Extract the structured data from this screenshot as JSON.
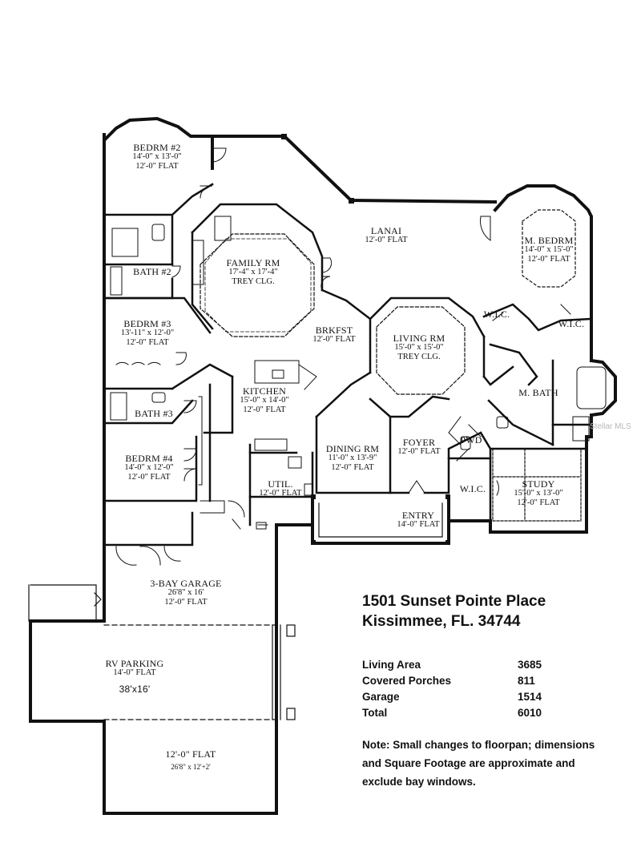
{
  "rooms": {
    "bedrm2": {
      "name": "BEDRM #2",
      "dims": "14'-0\" x 13'-0\"",
      "ceiling": "12'-0\" FLAT"
    },
    "bath2": {
      "name": "BATH #2"
    },
    "family": {
      "name": "FAMILY RM",
      "dims": "17'-4\" x 17'-4\"",
      "ceiling": "TREY CLG."
    },
    "lanai": {
      "name": "LANAI",
      "ceiling": "12'-0\" FLAT"
    },
    "mbedrm": {
      "name": "M. BEDRM",
      "dims": "14'-0\" x 15'-0\"",
      "ceiling": "12'-0\" FLAT"
    },
    "bedrm3": {
      "name": "BEDRM #3",
      "dims": "13'-11\" x 12'-0\"",
      "ceiling": "12'-0\" FLAT"
    },
    "brkfst": {
      "name": "BRKFST",
      "ceiling": "12'-0\" FLAT"
    },
    "living": {
      "name": "LIVING RM",
      "dims": "15'-0\" x 15'-0\"",
      "ceiling": "TREY CLG."
    },
    "wic1": {
      "name": "W.I.C."
    },
    "wic2": {
      "name": "W.I.C."
    },
    "wic3": {
      "name": "W.I.C."
    },
    "kitchen": {
      "name": "KITCHEN",
      "dims": "15'-0\" x 14'-0\"",
      "ceiling": "12'-0\" FLAT"
    },
    "mbath": {
      "name": "M. BATH"
    },
    "bath3": {
      "name": "BATH #3"
    },
    "pwd": {
      "name": "PWD"
    },
    "bedrm4": {
      "name": "BEDRM #4",
      "dims": "14'-0\" x 12'-0\"",
      "ceiling": "12'-0\" FLAT"
    },
    "dining": {
      "name": "DINING RM",
      "dims": "11'-0\" x 13'-9\"",
      "ceiling": "12'-0\" FLAT"
    },
    "foyer": {
      "name": "FOYER",
      "ceiling": "12'-0\" FLAT"
    },
    "util": {
      "name": "UTIL.",
      "ceiling": "12'-0\" FLAT"
    },
    "study": {
      "name": "STUDY",
      "dims": "15'-0\" x 13'-0\"",
      "ceiling": "12'-0\" FLAT"
    },
    "entry": {
      "name": "ENTRY",
      "ceiling": "14'-0\" FLAT"
    },
    "garage": {
      "name": "3-BAY GARAGE",
      "dims": "26'8\" x 16'",
      "ceiling": "12'-0\" FLAT"
    },
    "rv": {
      "name": "RV PARKING",
      "ceiling": "14'-0\" FLAT",
      "dims": "38'x16'"
    },
    "bay": {
      "ceiling": "12'-0\" FLAT",
      "dims": "26'8\" x 12'+2'"
    }
  },
  "address": {
    "line1": "1501 Sunset Pointe Place",
    "line2": "Kissimmee, FL. 34744"
  },
  "stats": [
    {
      "label": "Living Area",
      "value": "3685"
    },
    {
      "label": "Covered Porches",
      "value": "811"
    },
    {
      "label": "Garage",
      "value": "1514"
    },
    {
      "label": "Total",
      "value": "6010"
    }
  ],
  "note": "Note:  Small changes to floorpan; dimensions and Square Footage are approximate  and exclude bay windows.",
  "watermark": "Stellar MLS"
}
